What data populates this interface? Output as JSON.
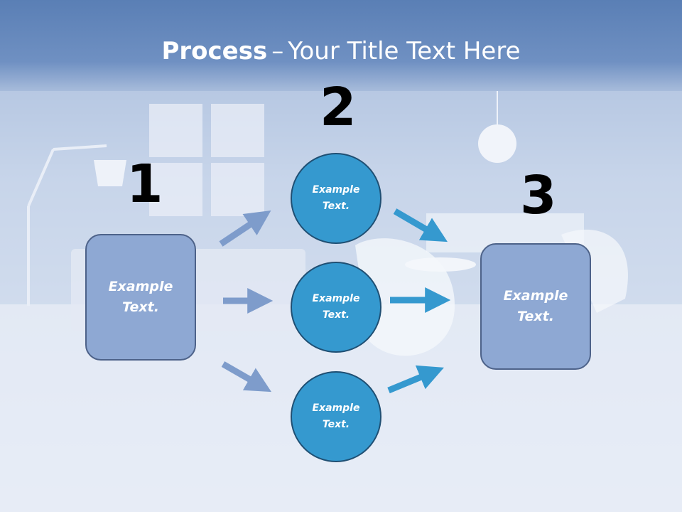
{
  "title": {
    "bold": "Process",
    "separator": "–",
    "rest": "Your Title Text Here"
  },
  "steps": [
    {
      "number": "1",
      "text": "Example\nText."
    },
    {
      "number": "2",
      "circles": [
        "Example\nText.",
        "Example\nText.",
        "Example\nText."
      ]
    },
    {
      "number": "3",
      "text": "Example\nText."
    }
  ],
  "colors": {
    "box_fill": "#8ea8d3",
    "circle_fill": "#3599cf",
    "arrow_light": "#7e9ccb",
    "arrow_dark": "#3599cf"
  }
}
